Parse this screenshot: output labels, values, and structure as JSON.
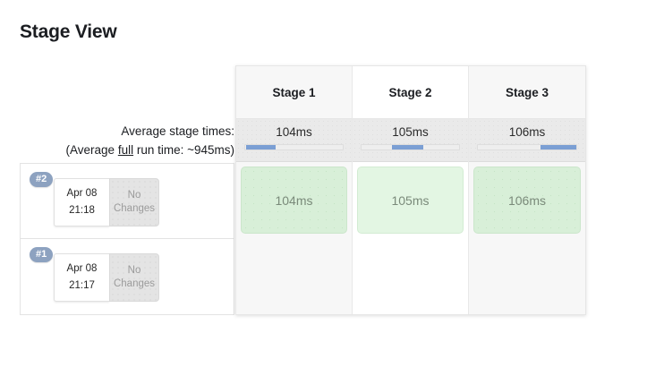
{
  "page": {
    "title": "Stage View"
  },
  "legend": {
    "line1": "Average stage times:",
    "line2_prefix": "(Average ",
    "line2_underlined": "full",
    "line2_suffix": " run time: ~945ms)"
  },
  "colors": {
    "badge": "#8da2c0",
    "bar_fill": "#7b9fd4",
    "cell_green": "#d8efd8",
    "avg_row_bg": "#eaeaea",
    "title_text": "#1b1d21"
  },
  "stages": [
    {
      "name": "Stage 1",
      "average": "104ms",
      "bar_start_pct": 1,
      "bar_width_pct": 30
    },
    {
      "name": "Stage 2",
      "average": "105ms",
      "bar_start_pct": 31,
      "bar_width_pct": 32
    },
    {
      "name": "Stage 3",
      "average": "106ms",
      "bar_start_pct": 64,
      "bar_width_pct": 36
    }
  ],
  "runs": [
    {
      "badge": "#2",
      "date": "Apr 08",
      "time": "21:18",
      "changes_line1": "No",
      "changes_line2": "Changes",
      "cells": [
        {
          "value": "104ms",
          "state": "green"
        },
        {
          "value": "105ms",
          "state": "green-light"
        },
        {
          "value": "106ms",
          "state": "green"
        }
      ]
    },
    {
      "badge": "#1",
      "date": "Apr 08",
      "time": "21:17",
      "changes_line1": "No",
      "changes_line2": "Changes",
      "cells": [
        {
          "value": "",
          "state": "empty"
        },
        {
          "value": "",
          "state": "empty"
        },
        {
          "value": "",
          "state": "empty"
        }
      ]
    }
  ]
}
